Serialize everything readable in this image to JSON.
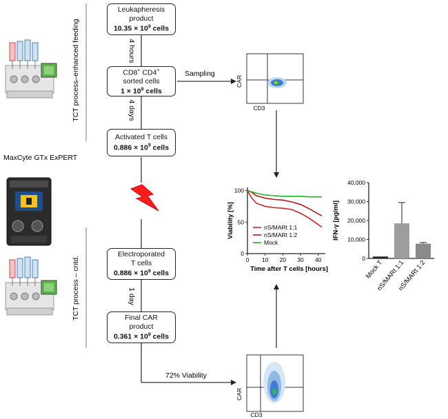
{
  "process": {
    "side_label_top": "TCT process–enhanced feeding",
    "side_label_bottom": "TCT process – cntd.",
    "device_label": "MaxCyte GTx ExPERT",
    "boxes": {
      "leuka": {
        "line1": "Leukapheresis",
        "line2": "product",
        "count": "10.35 × 10",
        "exp": "9",
        "unit": " cells"
      },
      "sorted": {
        "line1a": "CD8",
        "sup1": "+",
        "line1b": " CD4",
        "sup2": "+",
        "line2": "sorted cells",
        "count": "1 × 10",
        "exp": "9",
        "unit": " cells"
      },
      "activated": {
        "line1": "Activated T cells",
        "count": "0.886 × 10",
        "exp": "9",
        "unit": " cells"
      },
      "electro": {
        "line1": "Electroporated",
        "line2": "T cells",
        "count": "0.886 × 10",
        "exp": "9",
        "unit": " cells"
      },
      "final": {
        "line1": "Final CAR",
        "line2": "product",
        "count": "0.361 × 10",
        "exp": "9",
        "unit": " cells"
      }
    },
    "durations": {
      "d1": "4 hours",
      "d2": "4 days",
      "d3": "1 day"
    },
    "sampling_label": "Sampling",
    "viability_label": "72% Viability",
    "facs": {
      "y_axis": "CAR",
      "x_axis": "CD3"
    }
  },
  "colors": {
    "red": "#d42020",
    "dark_red": "#b51818",
    "green": "#1fb51f",
    "mock_bar": "#222222",
    "bar_gray": "#9d9d9d",
    "bar_gray2": "#8a8a8a"
  },
  "chart_data": [
    {
      "type": "line",
      "title": "",
      "xlabel": "Time after T cells [hours]",
      "ylabel": "Viability [%]",
      "xlim": [
        0,
        44
      ],
      "ylim": [
        0,
        105
      ],
      "xticks": [
        0,
        10,
        20,
        30,
        40
      ],
      "yticks": [
        0,
        50,
        100
      ],
      "legend_position": "bottom-left",
      "series": [
        {
          "name": "nS/MARt 1:1",
          "x": [
            0,
            2,
            5,
            10,
            15,
            20,
            25,
            30,
            35,
            40,
            42
          ],
          "y": [
            100,
            90,
            80,
            75,
            73,
            72,
            70,
            64,
            56,
            46,
            42
          ]
        },
        {
          "name": "nS/MARt 1:2",
          "x": [
            0,
            2,
            5,
            10,
            15,
            20,
            25,
            30,
            35,
            40,
            42
          ],
          "y": [
            100,
            98,
            92,
            88,
            86,
            85,
            82,
            78,
            71,
            63,
            60
          ]
        },
        {
          "name": "Mock",
          "x": [
            0,
            5,
            10,
            15,
            20,
            25,
            30,
            35,
            40,
            42
          ],
          "y": [
            100,
            96,
            93,
            92,
            91,
            91,
            91,
            90,
            90,
            90
          ]
        }
      ]
    },
    {
      "type": "bar",
      "title": "",
      "xlabel": "",
      "ylabel": "IFN-γ [pg/ml]",
      "ylim": [
        0,
        40000
      ],
      "yticks": [
        0,
        10000,
        20000,
        30000,
        40000
      ],
      "ytick_labels": [
        "0",
        "10,000",
        "20,000",
        "30,000",
        "40,000"
      ],
      "categories": [
        "Mock T",
        "nS/MARt 1:1",
        "nS/MARt 1:2"
      ],
      "values": [
        1000,
        18500,
        7800
      ],
      "errors": [
        0,
        11000,
        600
      ]
    }
  ]
}
